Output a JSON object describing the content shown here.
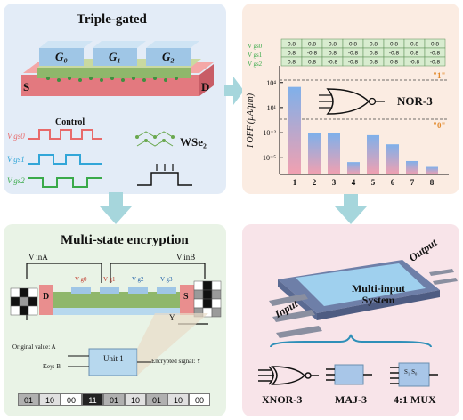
{
  "panel_triple": {
    "title": "Triple-gated",
    "gates": [
      "G₀",
      "G₁",
      "G₂"
    ],
    "source": "S",
    "drain": "D",
    "control_label": "Control",
    "signals": [
      "V gs0",
      "V gs1",
      "V gs2"
    ],
    "material": "WSe₂"
  },
  "panel_nor": {
    "ylabel": "I OFF (µA/µm)",
    "logic_label": "NOR-3",
    "high_label": "\"1\"",
    "low_label": "\"0\"",
    "row_labels": [
      "V gs0",
      "V gs1",
      "V gs2"
    ],
    "table_rows": [
      [
        "0.8",
        "0.8",
        "0.8",
        "0.8",
        "0.8",
        "0.8",
        "0.8",
        "0.8"
      ],
      [
        "0.8",
        "-0.8",
        "0.8",
        "-0.8",
        "0.8",
        "-0.8",
        "0.8",
        "-0.8"
      ],
      [
        "0.8",
        "0.8",
        "-0.8",
        "-0.8",
        "0.8",
        "0.8",
        "-0.8",
        "-0.8"
      ]
    ],
    "y_ticks": [
      "10⁴",
      "10¹",
      "10⁻²",
      "10⁻⁵"
    ],
    "x_ticks": [
      "1",
      "2",
      "3",
      "4",
      "5",
      "6",
      "7",
      "8"
    ]
  },
  "chart_data": {
    "type": "bar",
    "categories": [
      "1",
      "2",
      "3",
      "4",
      "5",
      "6",
      "7",
      "8"
    ],
    "values": [
      3000,
      0.008,
      0.008,
      3e-06,
      0.005,
      0.0004,
      4e-06,
      8e-07
    ],
    "ylabel": "I OFF (µA/µm)",
    "yscale": "log",
    "ylim": [
      1e-07,
      1000000
    ]
  },
  "panel_enc": {
    "title": "Multi-state encryption",
    "vinA": "V inA",
    "vinB": "V inB",
    "vgates": [
      "V g0",
      "V g1",
      "V g2",
      "V g3"
    ],
    "D": "D",
    "S": "S",
    "Y": "Y",
    "original": "Original value: A",
    "key": "Key: B",
    "unit": "Unit 1",
    "encrypted": "Encrypted signal: Y",
    "codes": [
      "01",
      "10",
      "00",
      "11",
      "01",
      "10",
      "01",
      "10",
      "00"
    ]
  },
  "panel_multi": {
    "system": "Multi-input System",
    "output": "Output",
    "input": "Input",
    "labels": [
      "XNOR-3",
      "MAJ-3",
      "4:1 MUX"
    ],
    "mux_text": "S₁ S₀"
  },
  "colors": {
    "arrow": "#a6d6dc",
    "gate": "#9fc6e6",
    "electrode": "#e98e8e",
    "bar_top": "#7fb0ea",
    "bar_bottom": "#f2a0b0",
    "green_cell": "#d8eccf"
  }
}
